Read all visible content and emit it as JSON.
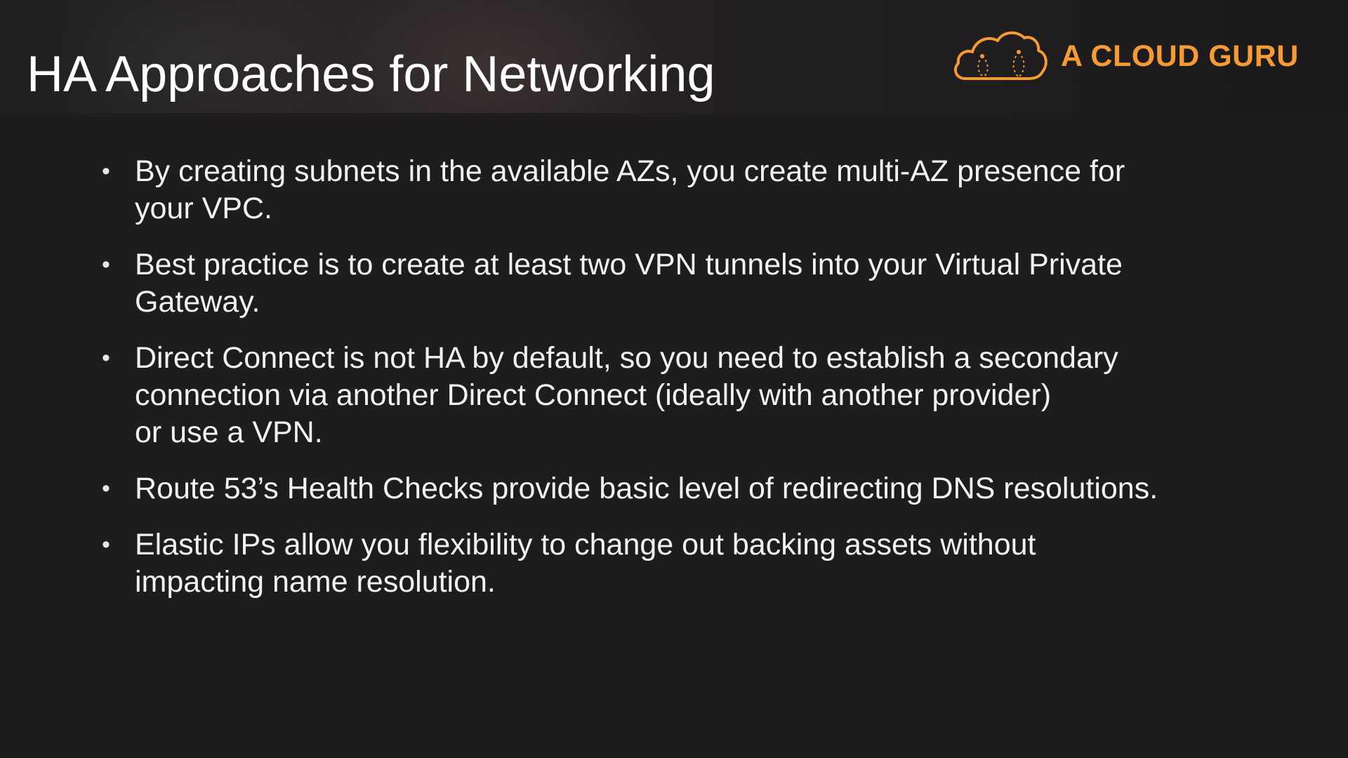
{
  "header": {
    "title": "HA Approaches for Networking",
    "brand": "A CLOUD GURU",
    "brand_color": "#f59a34",
    "logo_icon": "cloud-icon"
  },
  "bullets": [
    {
      "lines": [
        "By creating subnets in the available AZs, you create multi-AZ presence for",
        "your VPC."
      ]
    },
    {
      "lines": [
        "Best practice is to create at least two VPN tunnels into your Virtual Private",
        "Gateway."
      ]
    },
    {
      "lines": [
        "Direct Connect is not HA by default, so you need to establish a secondary",
        "connection via another Direct Connect (ideally with another provider)",
        "or use a VPN."
      ]
    },
    {
      "lines": [
        "Route 53’s Health Checks provide basic level of redirecting DNS resolutions."
      ]
    },
    {
      "lines": [
        "Elastic IPs allow you flexibility to change out backing assets without",
        "impacting name resolution."
      ]
    }
  ],
  "colors": {
    "background": "#1e1c1f",
    "text": "#f2f2f2"
  }
}
